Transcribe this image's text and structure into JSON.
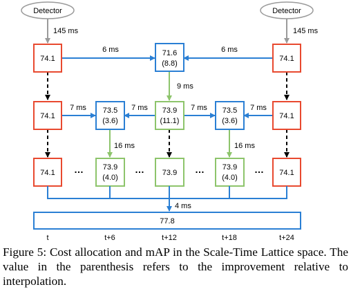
{
  "detectors": {
    "left": "Detector",
    "right": "Detector"
  },
  "edges": {
    "detector_left": "145 ms",
    "detector_right": "145 ms",
    "top_left": "6 ms",
    "top_right": "6 ms",
    "down_center": "9 ms",
    "mid_1": "7 ms",
    "mid_2": "7 ms",
    "mid_3": "7 ms",
    "mid_4": "7 ms",
    "down_left": "16 ms",
    "down_right": "16 ms",
    "merge": "4 ms"
  },
  "nodes": {
    "r1_left": "74.1",
    "r1_center": {
      "value": "71.6",
      "gain": "(8.8)"
    },
    "r1_right": "74.1",
    "r2_left": "74.1",
    "r2_b": {
      "value": "73.5",
      "gain": "(3.6)"
    },
    "r2_center": {
      "value": "73.9",
      "gain": "(11.1)"
    },
    "r2_d": {
      "value": "73.5",
      "gain": "(3.6)"
    },
    "r2_right": "74.1",
    "r3_left": "74.1",
    "r3_b": {
      "value": "73.9",
      "gain": "(4.0)"
    },
    "r3_center": "73.9",
    "r3_d": {
      "value": "73.9",
      "gain": "(4.0)"
    },
    "r3_right": "74.1",
    "final": "77.8"
  },
  "ellipsis": "…",
  "time_labels": [
    "t",
    "t+6",
    "t+12",
    "t+18",
    "t+24"
  ],
  "caption": "Figure 5: Cost allocation and mAP in the Scale-Time Lattice space. The value in the parenthesis refers to the improvement relative to interpolation.",
  "colors": {
    "red": "#e8492f",
    "blue": "#2a7fd4",
    "green": "#8dc46b",
    "gray": "#9a9a9a"
  }
}
